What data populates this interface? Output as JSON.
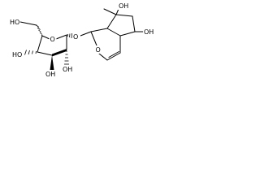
{
  "labels": {
    "ho_ch2": "HO",
    "o_ring_sugar": "O",
    "o_glycosidic": "O",
    "ho_c4": "HO",
    "oh_c3": "OH",
    "oh_c2": "OH",
    "o_ring_aglycone": "O",
    "oh_tertiary": "OH",
    "oh_secondary": "OH"
  },
  "colors": {
    "ink": "#000000",
    "background": "#ffffff"
  }
}
